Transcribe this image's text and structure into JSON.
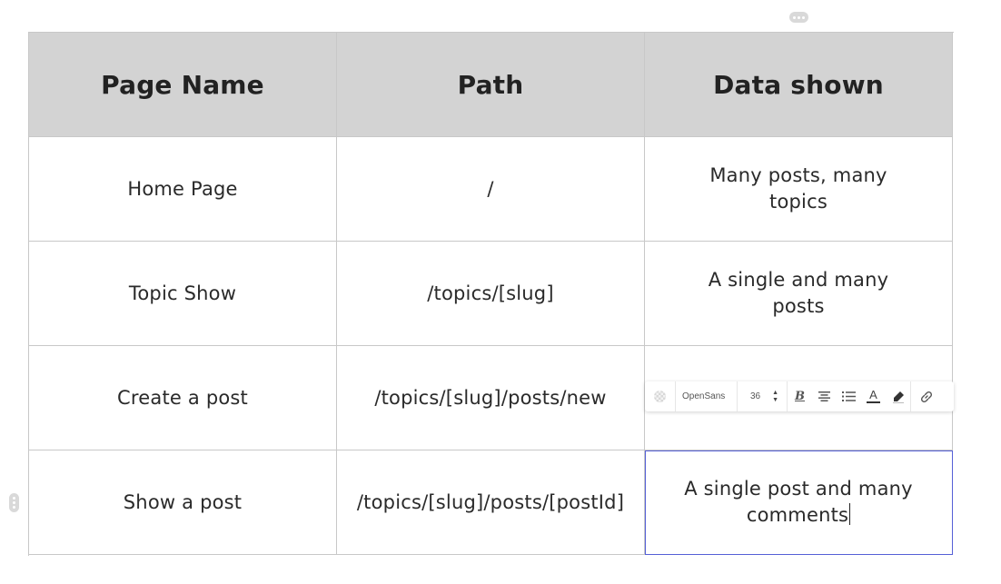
{
  "table": {
    "headers": [
      "Page Name",
      "Path",
      "Data shown"
    ],
    "rows": [
      [
        "Home Page",
        "/",
        "Many posts, many topics"
      ],
      [
        "Topic Show",
        "/topics/[slug]",
        "A single and many posts"
      ],
      [
        "Create a post",
        "/topics/[slug]/posts/new",
        ""
      ],
      [
        "Show a post",
        "/topics/[slug]/posts/[postId]",
        "A single post and many comments"
      ]
    ]
  },
  "toolbar": {
    "font_family": "OpenSans",
    "font_size": "36",
    "bold_label": "B",
    "text_color_label": "A",
    "icons": [
      "cell-color-icon",
      "bold-icon",
      "align-center-icon",
      "list-icon",
      "text-color-icon",
      "highlight-icon",
      "link-icon"
    ]
  },
  "colors": {
    "header_bg": "#d3d3d3",
    "selection_border": "#5560d6",
    "grid_line": "#c8c8c8"
  }
}
